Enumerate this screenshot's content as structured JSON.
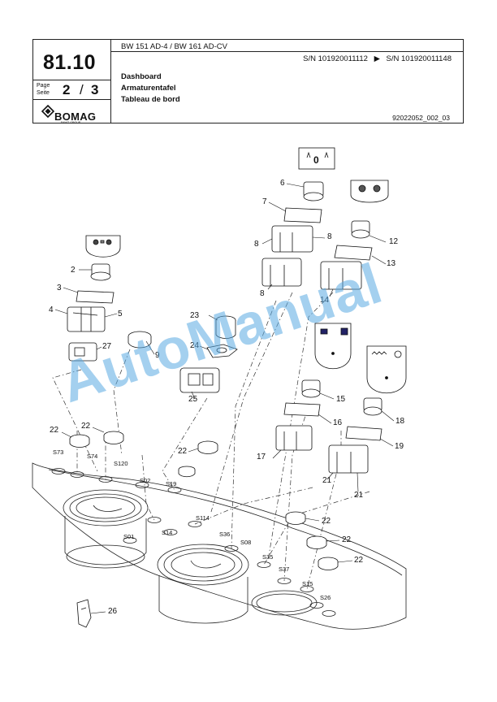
{
  "header": {
    "page_number": "81.10",
    "page_label_line1": "Page",
    "page_label_line2": "Seite",
    "page_current": "2",
    "page_sep": "/",
    "page_total": "3",
    "brand": "BOMAG",
    "brand_sub": "FAYAT GROUP",
    "model": "BW 151 AD-4 / BW 161 AD-CV",
    "serial_from": "S/N 101920011112",
    "serial_to": "S/N 101920011148",
    "title_en": "Dashboard",
    "title_de": "Armaturentafel",
    "title_fr": "Tableau de bord",
    "drawing_ref": "92022052_002_03"
  },
  "watermark": "AutoManual",
  "callouts": [
    {
      "id": "c2",
      "text": "2"
    },
    {
      "id": "c3",
      "text": "3"
    },
    {
      "id": "c4",
      "text": "4"
    },
    {
      "id": "c5",
      "text": "5"
    },
    {
      "id": "c27",
      "text": "27"
    },
    {
      "id": "c9",
      "text": "9"
    },
    {
      "id": "c23",
      "text": "23"
    },
    {
      "id": "c24",
      "text": "24"
    },
    {
      "id": "c25",
      "text": "25"
    },
    {
      "id": "c6",
      "text": "6"
    },
    {
      "id": "c7",
      "text": "7"
    },
    {
      "id": "c8a",
      "text": "8"
    },
    {
      "id": "c8b",
      "text": "8"
    },
    {
      "id": "c8c",
      "text": "8"
    },
    {
      "id": "c12",
      "text": "12"
    },
    {
      "id": "c13",
      "text": "13"
    },
    {
      "id": "c14",
      "text": "14"
    },
    {
      "id": "c15",
      "text": "15"
    },
    {
      "id": "c16",
      "text": "16"
    },
    {
      "id": "c17",
      "text": "17"
    },
    {
      "id": "c18",
      "text": "18"
    },
    {
      "id": "c19",
      "text": "19"
    },
    {
      "id": "c21a",
      "text": "21"
    },
    {
      "id": "c21b",
      "text": "21"
    },
    {
      "id": "c22a",
      "text": "22"
    },
    {
      "id": "c22b",
      "text": "22"
    },
    {
      "id": "c22c",
      "text": "22"
    },
    {
      "id": "c22d",
      "text": "22"
    },
    {
      "id": "c22e",
      "text": "22"
    },
    {
      "id": "c22f",
      "text": "22"
    },
    {
      "id": "c26",
      "text": "26"
    }
  ],
  "position_labels": [
    {
      "id": "S73",
      "text": "S73"
    },
    {
      "id": "S74",
      "text": "S74"
    },
    {
      "id": "S120",
      "text": "S120"
    },
    {
      "id": "S02",
      "text": "S02"
    },
    {
      "id": "S19",
      "text": "S19"
    },
    {
      "id": "S114",
      "text": "S114"
    },
    {
      "id": "S01",
      "text": "S01"
    },
    {
      "id": "S14",
      "text": "S14"
    },
    {
      "id": "S36",
      "text": "S36"
    },
    {
      "id": "S08",
      "text": "S08"
    },
    {
      "id": "S35",
      "text": "S35"
    },
    {
      "id": "S37",
      "text": "S37"
    },
    {
      "id": "S15",
      "text": "S15"
    },
    {
      "id": "S26",
      "text": "S26"
    }
  ],
  "symbol_labels": {
    "switch_0": "0"
  }
}
